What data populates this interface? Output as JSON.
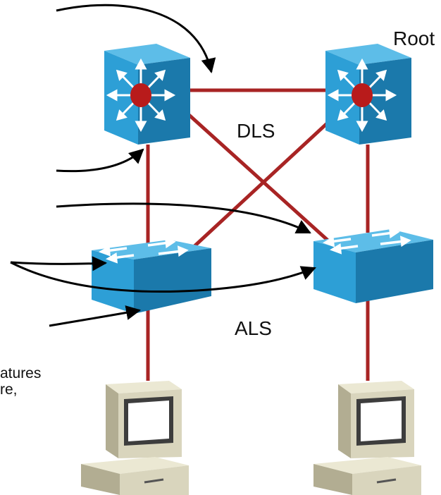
{
  "labels": {
    "root": "Root",
    "dls": "DLS",
    "als": "ALS",
    "partial_line1": "atures",
    "partial_line2": "re,"
  },
  "colors": {
    "link": "#a82424",
    "switch_top": "#5dbde8",
    "switch_front": "#2d9fd6",
    "switch_side": "#1b79ab",
    "router_center": "#b81b1b",
    "pc_body": "#d9d5bd",
    "pc_dark": "#b2ad92",
    "screen_bezel": "#3d3d3d",
    "arrow": "#000000"
  },
  "icons": {
    "multilayer_switch": "multilayer-switch-icon",
    "workgroup_switch": "workgroup-switch-icon",
    "workstation": "workstation-icon"
  }
}
